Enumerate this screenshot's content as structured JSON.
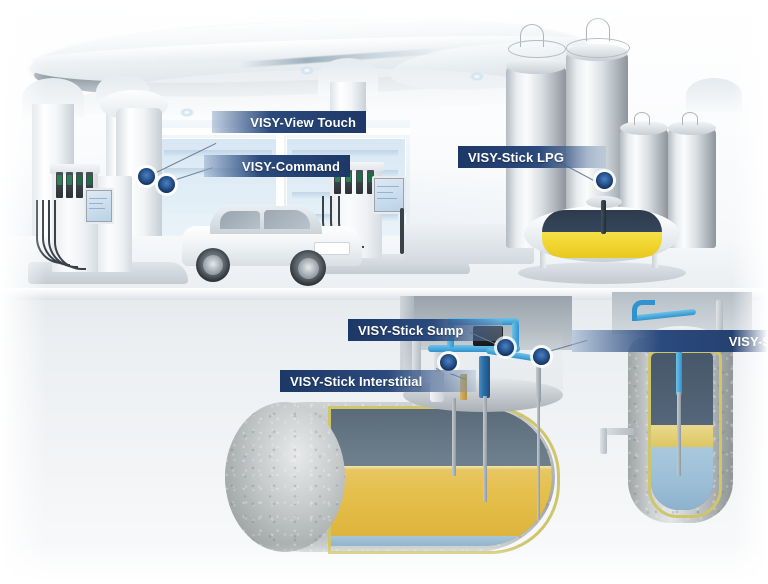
{
  "illustration": {
    "title": "Fuel station measurement system overview",
    "scene_sections": {
      "above_ground": "Forecourt with canopy, dispensers, car, shop and LPG storage",
      "below_ground": "Cutaway of buried fuel tanks, sump and probes"
    }
  },
  "labels": [
    {
      "id": "visy-view-touch",
      "text": "VISY-View Touch",
      "align": "right-dark"
    },
    {
      "id": "visy-command",
      "text": "VISY-Command",
      "align": "right-dark"
    },
    {
      "id": "visy-stick-lpg",
      "text": "VISY-Stick LPG",
      "align": "left-dark"
    },
    {
      "id": "visy-stick-sump",
      "text": "VISY-Stick Sump",
      "align": "left-dark"
    },
    {
      "id": "visy-stick",
      "text": "VISY-Stick",
      "align": "right-dark"
    },
    {
      "id": "visy-stick-interstitial",
      "text": "VISY-Stick Interstitial",
      "align": "left-dark"
    }
  ],
  "colors": {
    "label_dark": "#1d3866",
    "label_mid": "#2b4a7d",
    "marker_core": "#2a5a97",
    "pipe_blue": "#2f93cf",
    "probe_blue": "#2b6ea8",
    "fuel_yellow": "#e5bf4c",
    "lpg_yellow": "#f2d733",
    "water_blue": "#9bbed6",
    "liner_gold": "#cfc56a",
    "concrete_grey": "#b9bdbd",
    "background": "#ffffff"
  },
  "components": {
    "dispensers": {
      "count": 2,
      "nozzle_colors": [
        "#2f7f57",
        "#2f7f57",
        "#1f6b46",
        "#1f6b46"
      ]
    },
    "silos": {
      "count": 4
    },
    "lpg_tank": {
      "fill_label": "liquid phase",
      "vapour_label": "vapour phase"
    },
    "underground_tanks": {
      "horizontal": 1,
      "vertical": 1
    },
    "markers": {
      "count": 6
    }
  }
}
